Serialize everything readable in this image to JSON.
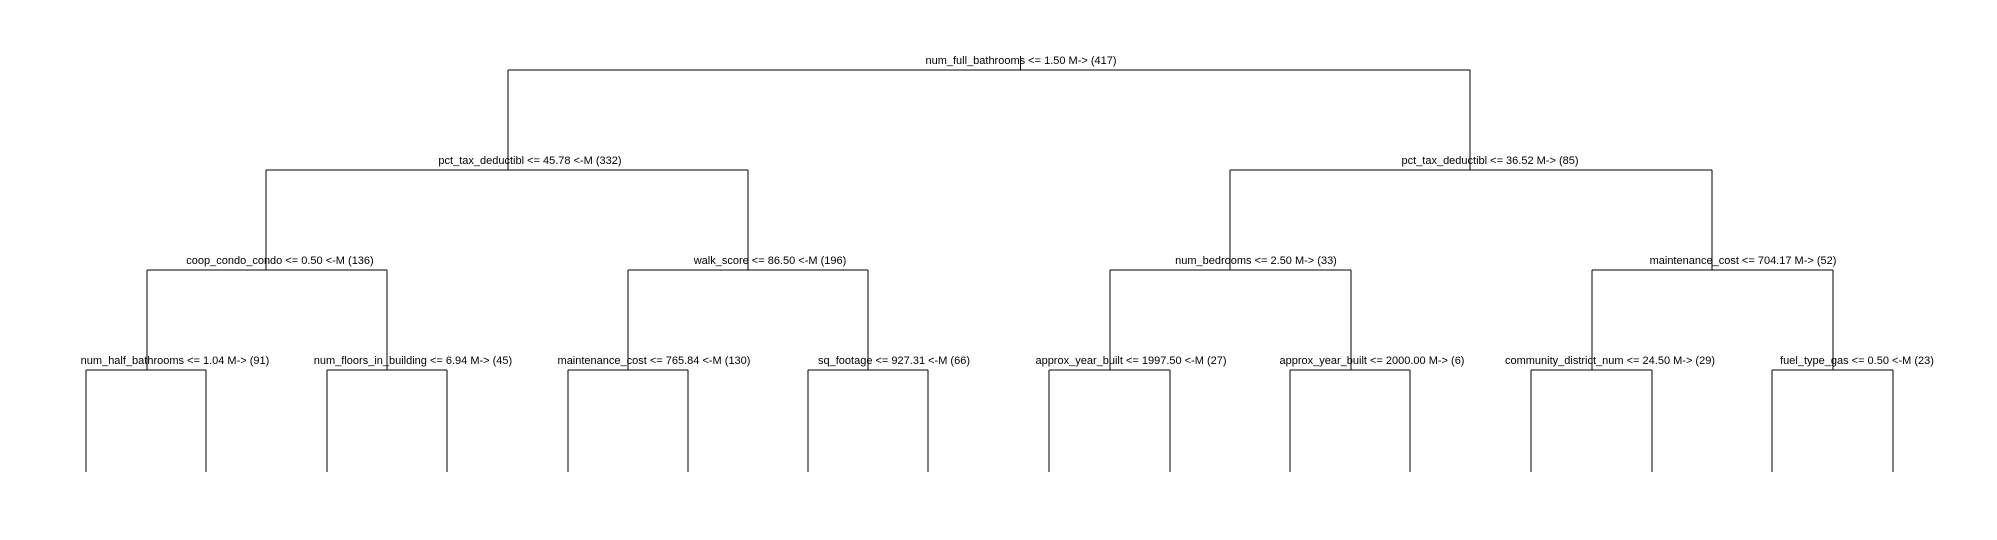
{
  "tree": {
    "nodes": [
      {
        "id": "n0",
        "label": "num_full_bathrooms <= 1.50 M-> (417)"
      },
      {
        "id": "n1",
        "label": "pct_tax_deductibl <= 45.78 <-M (332)"
      },
      {
        "id": "n2",
        "label": "pct_tax_deductibl <= 36.52 M-> (85)"
      },
      {
        "id": "n3",
        "label": "coop_condo_condo <= 0.50 <-M (136)"
      },
      {
        "id": "n4",
        "label": "walk_score <= 86.50 <-M (196)"
      },
      {
        "id": "n5",
        "label": "num_bedrooms <= 2.50 M-> (33)"
      },
      {
        "id": "n6",
        "label": "maintenance_cost <= 704.17 M-> (52)"
      },
      {
        "id": "n7",
        "label": "num_half_bathrooms <= 1.04 M-> (91)"
      },
      {
        "id": "n8",
        "label": "num_floors_in_building <= 6.94 M-> (45)"
      },
      {
        "id": "n9",
        "label": "maintenance_cost <= 765.84 <-M (130)"
      },
      {
        "id": "n10",
        "label": "sq_footage <= 927.31 <-M (66)"
      },
      {
        "id": "n11",
        "label": "approx_year_built <= 1997.50 <-M (27)"
      },
      {
        "id": "n12",
        "label": "approx_year_built <= 2000.00 M-> (6)"
      },
      {
        "id": "n13",
        "label": "community_district_num <= 24.50 M-> (29)"
      },
      {
        "id": "n14",
        "label": "fuel_type_gas <= 0.50 <-M (23)"
      }
    ]
  }
}
